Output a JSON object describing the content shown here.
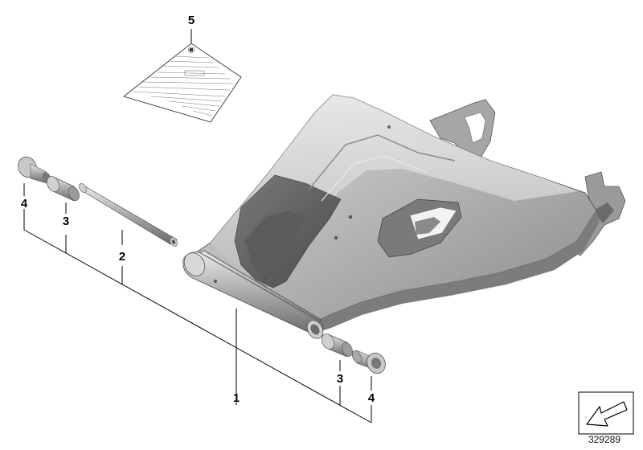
{
  "diagram": {
    "callouts": {
      "c1": "1",
      "c2": "2",
      "c3_left": "3",
      "c3_right": "3",
      "c4_left": "4",
      "c4_right": "4",
      "c5": "5"
    },
    "reference_number": "329289",
    "colors": {
      "part_light": "#e3e3e3",
      "part_mid": "#b4b4b4",
      "part_dark": "#6f6f6f",
      "line": "#000000"
    }
  }
}
